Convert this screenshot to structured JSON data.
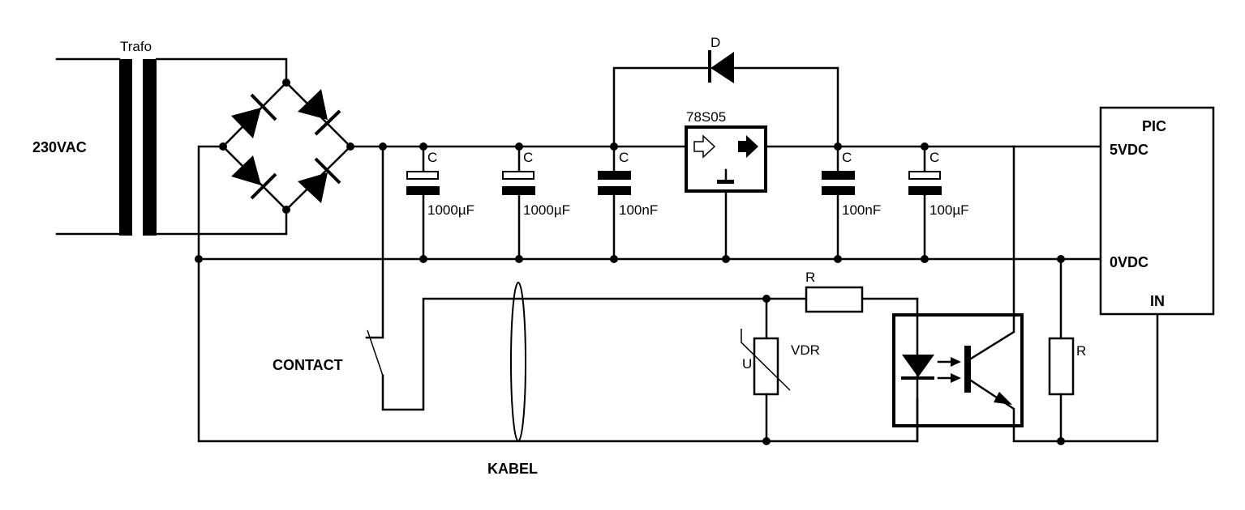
{
  "diagram": {
    "type": "circuit-schematic",
    "title": "PIC input via optocoupler with 5V regulated supply",
    "labels": {
      "mains": "230VAC",
      "transformer": "Trafo",
      "regulator": "78S05",
      "diode": "D",
      "pic": "PIC",
      "pin_5v": "5VDC",
      "pin_0v": "0VDC",
      "pin_in": "IN",
      "contact": "CONTACT",
      "cable": "KABEL",
      "vdr": "VDR",
      "vdr_u": "U",
      "resistor_series": "R",
      "resistor_pulldown": "R"
    },
    "capacitors": [
      {
        "name": "C",
        "value": "1000µF",
        "kind": "electrolytic"
      },
      {
        "name": "C",
        "value": "1000µF",
        "kind": "electrolytic"
      },
      {
        "name": "C",
        "value": "100nF",
        "kind": "ceramic"
      },
      {
        "name": "C",
        "value": "100nF",
        "kind": "ceramic"
      },
      {
        "name": "C",
        "value": "100µF",
        "kind": "electrolytic"
      }
    ],
    "components": [
      "transformer",
      "bridge-rectifier",
      "voltage-regulator",
      "protection-diode",
      "capacitors",
      "contact-switch",
      "cable",
      "resistor",
      "varistor",
      "optocoupler",
      "pull-down-resistor",
      "microcontroller"
    ]
  }
}
